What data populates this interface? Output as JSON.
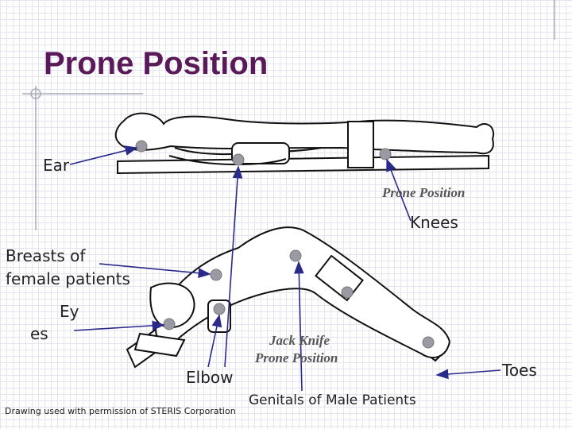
{
  "title": "Prone Position",
  "captions": {
    "prone": "Prone Position",
    "jackknife_line1": "Jack Knife",
    "jackknife_line2": "Prone Position"
  },
  "labels": {
    "ear": "Ear",
    "knees": "Knees",
    "breasts_line1": "Breasts of",
    "breasts_line2": "female patients",
    "eyes_part1": "Ey",
    "eyes_part2": "es",
    "elbow": "Elbow",
    "toes": "Toes",
    "genitals": "Genitals of Male Patients"
  },
  "credit": "Drawing used with permission of STERIS  Corporation",
  "colors": {
    "title": "#5a1a5a",
    "arrow": "#2a2a8a",
    "marker": "#9a9aa4"
  }
}
